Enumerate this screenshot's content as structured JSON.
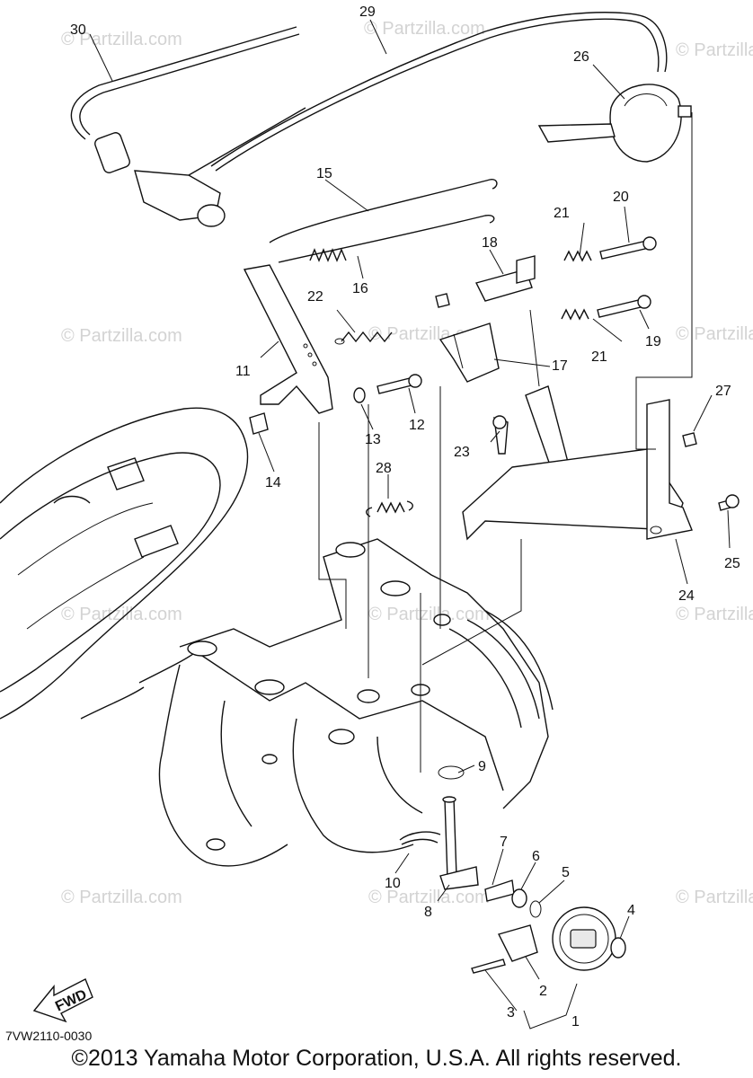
{
  "callouts": {
    "c1": "1",
    "c2": "2",
    "c3": "3",
    "c4": "4",
    "c5": "5",
    "c6": "6",
    "c7": "7",
    "c8": "8",
    "c9": "9",
    "c10": "10",
    "c11": "11",
    "c12": "12",
    "c13": "13",
    "c14": "14",
    "c15": "15",
    "c16": "16",
    "c17": "17",
    "c18": "18",
    "c19": "19",
    "c20": "20",
    "c21a": "21",
    "c21b": "21",
    "c22": "22",
    "c23": "23",
    "c24": "24",
    "c25": "25",
    "c26": "26",
    "c27": "27",
    "c28": "28",
    "c29": "29",
    "c30": "30"
  },
  "watermark": "© Partzilla.com",
  "fwd_label": "FWD",
  "part_code": "7VW2110-0030",
  "copyright": "©2013  Yamaha Motor Corporation, U.S.A. All rights reserved."
}
